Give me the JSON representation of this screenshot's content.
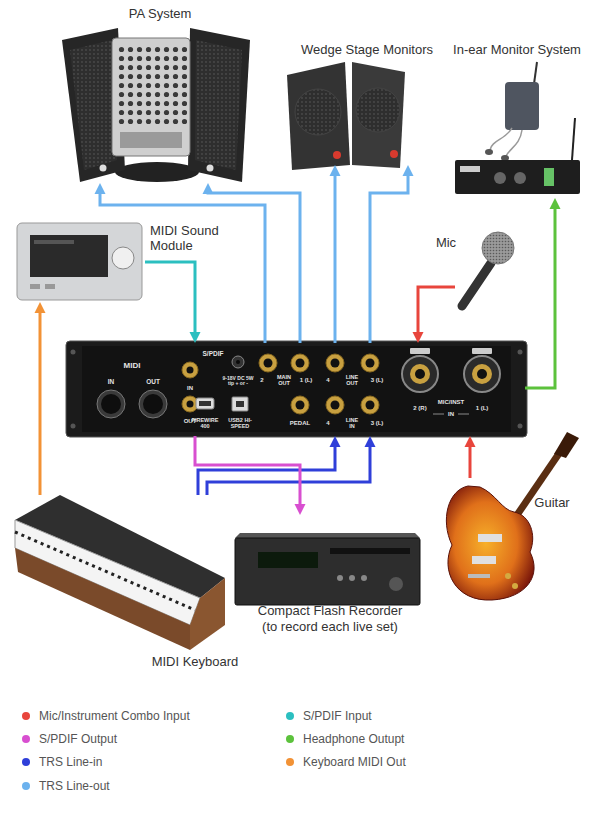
{
  "diagram": {
    "nodes": [
      {
        "text": [
          "PA System"
        ]
      },
      {
        "text": [
          "Wedge Stage Monitors"
        ]
      },
      {
        "text": [
          "In-ear Monitor System"
        ]
      },
      {
        "text": [
          "MIDI Sound Module"
        ]
      },
      {
        "text": [
          "Mic"
        ]
      },
      {
        "text": [
          "MIDI",
          "IN",
          "OUT",
          "S/PDIF",
          "IN",
          "OUT",
          "9-18V DC 5W tip + or -",
          "FIREWIRE 400",
          "USB2 HI-SPEED",
          "2",
          "MAIN OUT",
          "1 (L)",
          "4",
          "LINE OUT",
          "3 (L)",
          "PEDAL",
          "4",
          "LINE IN",
          "3 (L)",
          "2 (R)",
          "MIC/INST",
          "IN",
          "1 (L)"
        ]
      },
      {
        "text": [
          "Guitar"
        ]
      },
      {
        "text": [
          "MIDI Keyboard"
        ]
      },
      {
        "text": [
          "Compact Flash Recorder",
          "(to record each live set)"
        ]
      }
    ],
    "edges": [
      {
        "from": 5,
        "to": 0,
        "arrow": "to"
      },
      {
        "from": 5,
        "to": 0,
        "arrow": "to"
      },
      {
        "from": 5,
        "to": 1,
        "arrow": "to"
      },
      {
        "from": 5,
        "to": 1,
        "arrow": "to"
      },
      {
        "from": 5,
        "to": 2,
        "arrow": "to"
      },
      {
        "from": 3,
        "to": 5,
        "arrow": "to"
      },
      {
        "from": 4,
        "to": 5,
        "arrow": "to"
      },
      {
        "from": 6,
        "to": 5,
        "arrow": "to"
      },
      {
        "from": 7,
        "to": 3,
        "arrow": "to"
      },
      {
        "from": 7,
        "to": 5,
        "arrow": "to"
      },
      {
        "from": 7,
        "to": 5,
        "arrow": "to"
      },
      {
        "from": 5,
        "to": 8,
        "arrow": "to"
      }
    ],
    "legend": [
      {
        "text": "Mic/Instrument Combo Input",
        "color": "#e8453c"
      },
      {
        "text": "S/PDIF Output",
        "color": "#d84fd0"
      },
      {
        "text": "TRS Line-in",
        "color": "#2f3fd9"
      },
      {
        "text": "TRS Line-out",
        "color": "#6cb2ee"
      },
      {
        "text": "S/PDIF Input",
        "color": "#2bbfc0"
      },
      {
        "text": "Headphone Outupt",
        "color": "#5cc23c"
      },
      {
        "text": "Keyboard MIDI Out",
        "color": "#f29236"
      }
    ]
  }
}
